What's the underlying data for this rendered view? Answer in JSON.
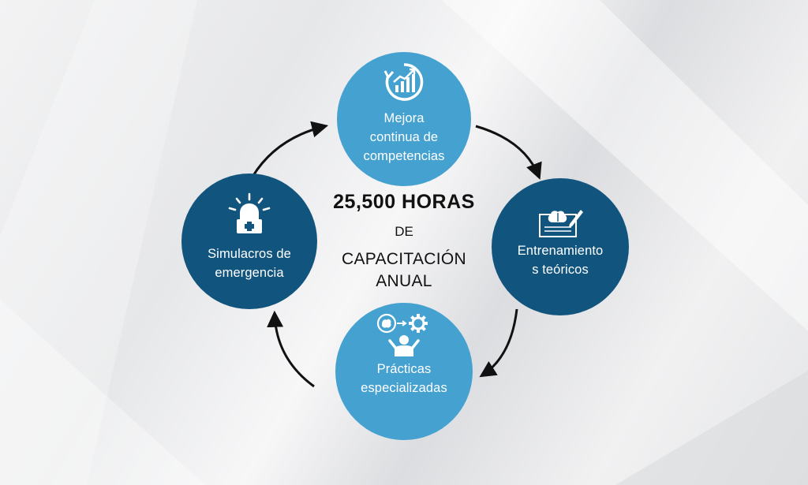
{
  "center": {
    "hours": "25,500 HORAS",
    "connector": "DE",
    "title": "CAPACITACIÓN\nANUAL"
  },
  "nodes": [
    {
      "id": "top",
      "label": "Mejora\ncontinua de\ncompetencias",
      "icon": "improvement-cycle-chart-icon",
      "color": "#45a1d0"
    },
    {
      "id": "right",
      "label": "Entrenamiento\ns teóricos",
      "icon": "brain-document-pen-icon",
      "color": "#11557f"
    },
    {
      "id": "bottom",
      "label": "Prácticas\nespecializadas",
      "icon": "person-brain-gear-icon",
      "color": "#45a1d0"
    },
    {
      "id": "left",
      "label": "Simulacros de\nemergencia",
      "icon": "emergency-alarm-light-icon",
      "color": "#11557f"
    }
  ],
  "colors": {
    "light_blue": "#45a1d0",
    "dark_blue": "#11557f",
    "arrow": "#111111"
  }
}
